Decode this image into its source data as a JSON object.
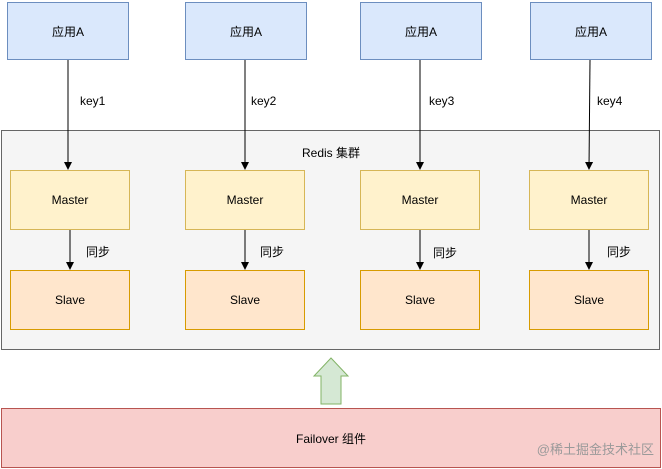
{
  "apps": [
    {
      "label": "应用A",
      "edge_label": "key1"
    },
    {
      "label": "应用A",
      "edge_label": "key2"
    },
    {
      "label": "应用A",
      "edge_label": "key3"
    },
    {
      "label": "应用A",
      "edge_label": "key4"
    }
  ],
  "cluster": {
    "label": "Redis 集群",
    "nodes": [
      {
        "master": "Master",
        "slave": "Slave",
        "sync_label": "同步"
      },
      {
        "master": "Master",
        "slave": "Slave",
        "sync_label": "同步"
      },
      {
        "master": "Master",
        "slave": "Slave",
        "sync_label": "同步"
      },
      {
        "master": "Master",
        "slave": "Slave",
        "sync_label": "同步"
      }
    ]
  },
  "failover": {
    "label": "Failover 组件"
  },
  "watermark": "@稀土掘金技术社区",
  "colors": {
    "app_fill": "#dae8fc",
    "app_border": "#6c8ebf",
    "master_fill": "#fff2cc",
    "master_border": "#d6b656",
    "slave_fill": "#ffe6cc",
    "slave_border": "#d79b00",
    "cluster_fill": "#f5f5f5",
    "failover_fill": "#f8cecc",
    "failover_border": "#b85450",
    "up_arrow_fill": "#d5e8d4",
    "up_arrow_border": "#82b366"
  }
}
